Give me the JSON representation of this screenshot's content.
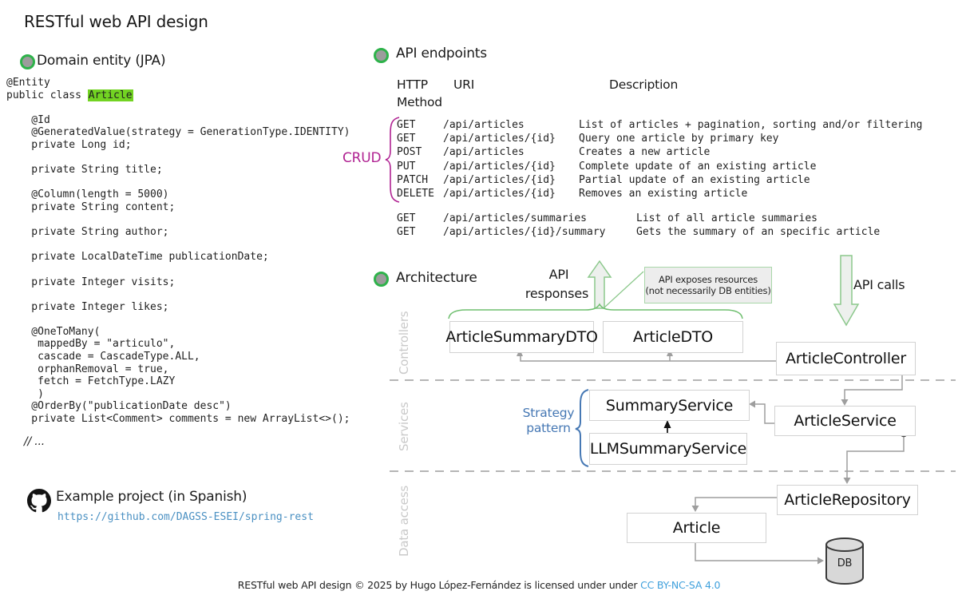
{
  "title": "RESTful web API design",
  "domain_entity": {
    "heading": "Domain entity (JPA)",
    "entity_annotation": "@Entity",
    "class_prefix": "public class ",
    "class_name": "Article",
    "code_lines": [
      "",
      "    @Id",
      "    @GeneratedValue(strategy = GenerationType.IDENTITY)",
      "    private Long id;",
      "",
      "    private String title;",
      "",
      "    @Column(length = 5000)",
      "    private String content;",
      "",
      "    private String author;",
      "",
      "    private LocalDateTime publicationDate;",
      "",
      "    private Integer visits;",
      "",
      "    private Integer likes;",
      "",
      "    @OneToMany(",
      "     mappedBy = \"articulo\",",
      "     cascade = CascadeType.ALL,",
      "     orphanRemoval = true,",
      "     fetch = FetchType.LAZY",
      "     )",
      "    @OrderBy(\"publicationDate desc\")",
      "    private List<Comment> comments = new ArrayList<>();"
    ],
    "more_comment": "//  ..."
  },
  "example_project": {
    "label": "Example project (in Spanish)",
    "url": "https://github.com/DAGSS-ESEI/spring-rest"
  },
  "api_endpoints": {
    "heading": "API endpoints",
    "col_method_line1": "HTTP",
    "col_method_line2": "Method",
    "col_uri": "URI",
    "col_description": "Description",
    "crud_label": "CRUD",
    "crud_rows": [
      {
        "method": "GET",
        "uri": "/api/articles",
        "description": "List of articles + pagination, sorting and/or filtering"
      },
      {
        "method": "GET",
        "uri": "/api/articles/{id}",
        "description": "Query one article by primary key"
      },
      {
        "method": "POST",
        "uri": "/api/articles",
        "description": "Creates a new article"
      },
      {
        "method": "PUT",
        "uri": "/api/articles/{id}",
        "description": "Complete update of an existing article"
      },
      {
        "method": "PATCH",
        "uri": "/api/articles/{id}",
        "description": "Partial update of an existing article"
      },
      {
        "method": "DELETE",
        "uri": "/api/articles/{id}",
        "description": "Removes an existing article"
      }
    ],
    "summary_rows": [
      {
        "method": "GET",
        "uri": "/api/articles/summaries",
        "description": "List of all article summaries"
      },
      {
        "method": "GET",
        "uri": "/api/articles/{id}/summary",
        "description": "Gets the summary of an specific article"
      }
    ]
  },
  "architecture": {
    "heading": "Architecture",
    "api_responses_line1": "API",
    "api_responses_line2": "responses",
    "api_calls": "API calls",
    "note_line1": "API exposes resources",
    "note_line2": "(not necessarily DB entities)",
    "strategy_label": "Strategy pattern",
    "layers": [
      "Controllers",
      "Services",
      "Data access"
    ],
    "nodes": {
      "article_summary_dto": "ArticleSummaryDTO",
      "article_dto": "ArticleDTO",
      "article_controller": "ArticleController",
      "summary_service": "SummaryService",
      "llm_summary_service": "LLMSummaryService",
      "article_service": "ArticleService",
      "article_repository": "ArticleRepository",
      "article_entity": "Article",
      "db": "DB"
    }
  },
  "footer": {
    "text": "RESTful web API design © 2025 by Hugo López-Fernández is licensed under  under ",
    "license_link": "CC BY-NC-SA 4.0"
  },
  "colors": {
    "highlight_green": "#72d322",
    "bullet_green": "#2eb24a",
    "crud_magenta": "#b02292",
    "strategy_blue": "#4678b4",
    "github_link_blue": "#4a90c2",
    "license_link_blue": "#3fa0dc",
    "connector_gray": "#9e9e9e",
    "diagram_green": "#8cc88c"
  }
}
